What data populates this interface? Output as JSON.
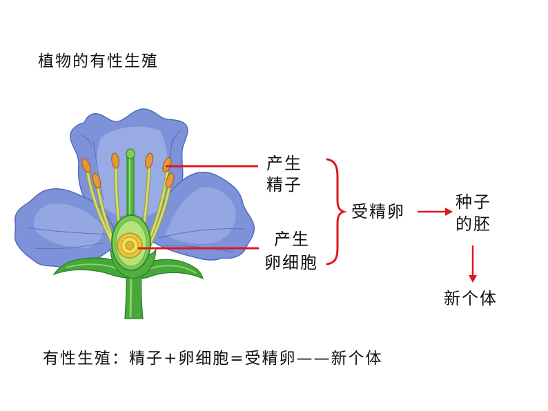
{
  "slide": {
    "title": "植物的有性生殖",
    "summary": "有性生殖：精子+卵细胞=受精卵——新个体"
  },
  "diagram": {
    "sperm_label": {
      "line1": "产生",
      "line2": "精子"
    },
    "egg_label": {
      "line1": "产生",
      "line2": "卵细胞"
    },
    "zygote_label": "受精卵",
    "embryo_label": {
      "line1": "种子",
      "line2": "的胚"
    },
    "new_individual_label": "新个体"
  },
  "colors": {
    "accent": "#e0161e",
    "petal": "#7d92d8",
    "petal_edge": "#5569bd",
    "stem": "#46a83a",
    "anther": "#e39a3c",
    "ovule": "#e7c73a"
  }
}
